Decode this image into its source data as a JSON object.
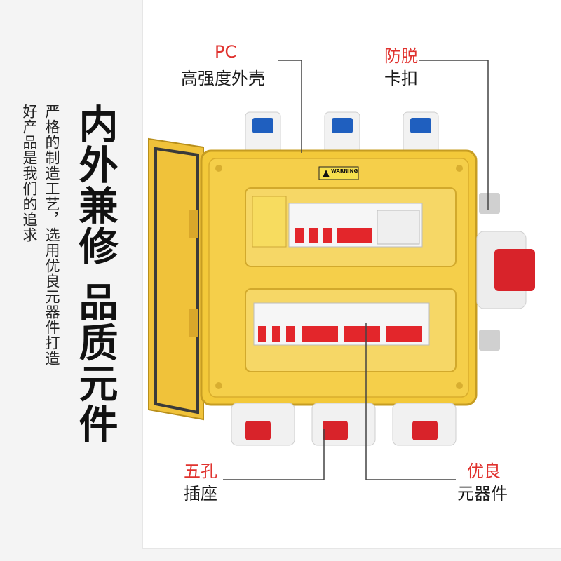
{
  "headline": "内外兼修 品质元件",
  "subtext": [
    "严格的制造工艺，选用优良元器件打造",
    "好产品是我们的追求"
  ],
  "callouts": {
    "pc": {
      "title": "PC",
      "desc": "高强度外壳"
    },
    "clip": {
      "title": "防脱",
      "desc": "卡扣"
    },
    "socket": {
      "title": "五孔",
      "desc": "插座"
    },
    "components": {
      "title": "优良",
      "desc": "元器件"
    }
  },
  "warning_label": "WARNING",
  "colors": {
    "accent_red": "#e0322e",
    "box_yellow": "#f3c93a",
    "socket_blue": "#1f5fbf",
    "socket_red": "#d8232a"
  }
}
